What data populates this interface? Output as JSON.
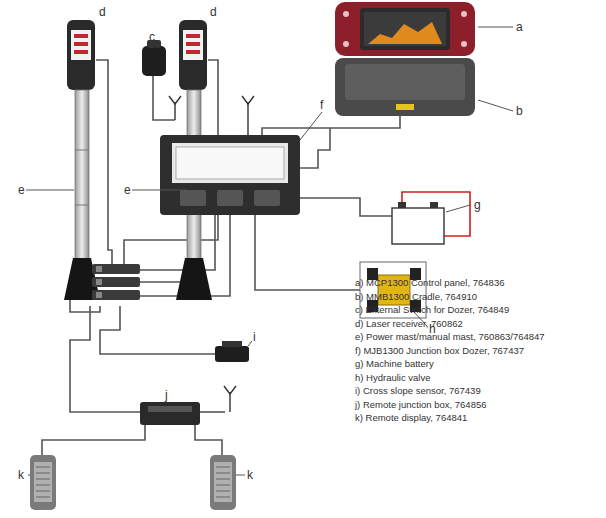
{
  "diagram": {
    "labels": [
      "a",
      "b",
      "c",
      "d",
      "d",
      "e",
      "e",
      "f",
      "g",
      "h",
      "i",
      "j",
      "k",
      "k",
      "a) MCP1300 Control panel, 764836",
      "b) MMB1300 Cradle, 764910",
      "c) External Switch for Dozer, 764849",
      "d) Laser receiver, 760862",
      "e) Power mast/manual mast, 760863/764847",
      "f) MJB1300 Junction box Dozer, 767437",
      "g) Machine battery",
      "h) Hydraulic valve",
      "i) Cross slope sensor, 767439",
      "j) Remote junction box, 764856",
      "k) Remote display, 764841"
    ]
  }
}
